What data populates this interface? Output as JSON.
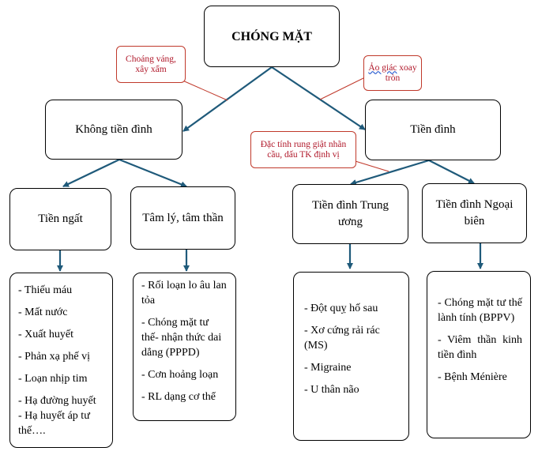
{
  "diagram": {
    "root": "CHÓNG MẶT",
    "callout_left": "Choáng váng, xây xẩm",
    "callout_right_word": "Ảo giác",
    "callout_right_rest": "xoay tròn",
    "callout_mid": "Đặc tính rung giật nhãn cầu, dấu TK định vị",
    "left_branch": "Không tiền đình",
    "right_branch": "Tiền đình",
    "sub_syncope": "Tiền ngất",
    "sub_psych": "Tâm lý, tâm thần",
    "sub_central": "Tiền đình Trung ương",
    "sub_peripheral": "Tiền đình Ngoại biên",
    "list_syncope": [
      "- Thiếu máu",
      "- Mất nước",
      "- Xuất huyết",
      "- Phản xạ phế vị",
      "- Loạn nhịp tim",
      "- Hạ đường huyết",
      "- Hạ huyết áp tư thế…."
    ],
    "list_psych": [
      "- Rối loạn lo âu lan tỏa",
      "- Chóng mặt tư thế- nhận thức dai dẳng (PPPD)",
      "- Cơn hoảng loạn",
      "- RL dạng cơ thể"
    ],
    "list_central": [
      "- Đột quỵ hố sau",
      "- Xơ cứng rải rác (MS)",
      "- Migraine",
      "- U thân não"
    ],
    "list_peripheral": [
      "- Chóng mặt tư thế lành tính (BPPV)",
      "- Viêm thần kinh tiền đình",
      "- Bệnh Ménière"
    ]
  },
  "colors": {
    "arrow": "#1f5a7a",
    "callout_border": "#c0392b",
    "callout_text": "#b0182a"
  }
}
